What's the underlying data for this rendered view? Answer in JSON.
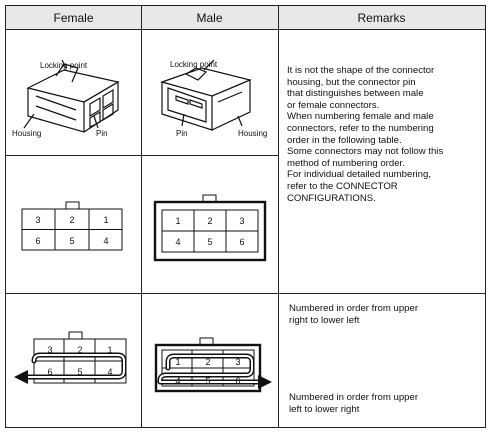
{
  "header": {
    "female": "Female",
    "male": "Male",
    "remarks": "Remarks"
  },
  "row1": {
    "female_labels": {
      "locking_point": "Locking point",
      "housing": "Housing",
      "pin": "Pin"
    },
    "male_labels": {
      "locking_point": "Locking point",
      "pin": "Pin",
      "housing": "Housing"
    }
  },
  "row2": {
    "female_pins": [
      "3",
      "2",
      "1",
      "6",
      "5",
      "4"
    ],
    "male_pins": [
      "1",
      "2",
      "3",
      "4",
      "5",
      "6"
    ]
  },
  "row3": {
    "female_pins": [
      "3",
      "2",
      "1",
      "6",
      "5",
      "4"
    ],
    "male_pins": [
      "1",
      "2",
      "3",
      "4",
      "5",
      "6"
    ]
  },
  "remarks": {
    "general_lines": [
      "It is not the shape of the connector",
      "housing, but the connector pin",
      "that distinguishes between male",
      "or female connectors.",
      "When numbering female and male",
      "connectors, refer to the numbering",
      "order in the following table.",
      "Some connectors may not follow this",
      "method of numbering order.",
      "For individual detailed numbering,",
      "refer to the CONNECTOR",
      "CONFIGURATIONS."
    ],
    "female_order_lines": [
      "Numbered in order from upper",
      "right to lower left"
    ],
    "male_order_lines": [
      "Numbered in order from upper",
      "left to lower right"
    ]
  }
}
